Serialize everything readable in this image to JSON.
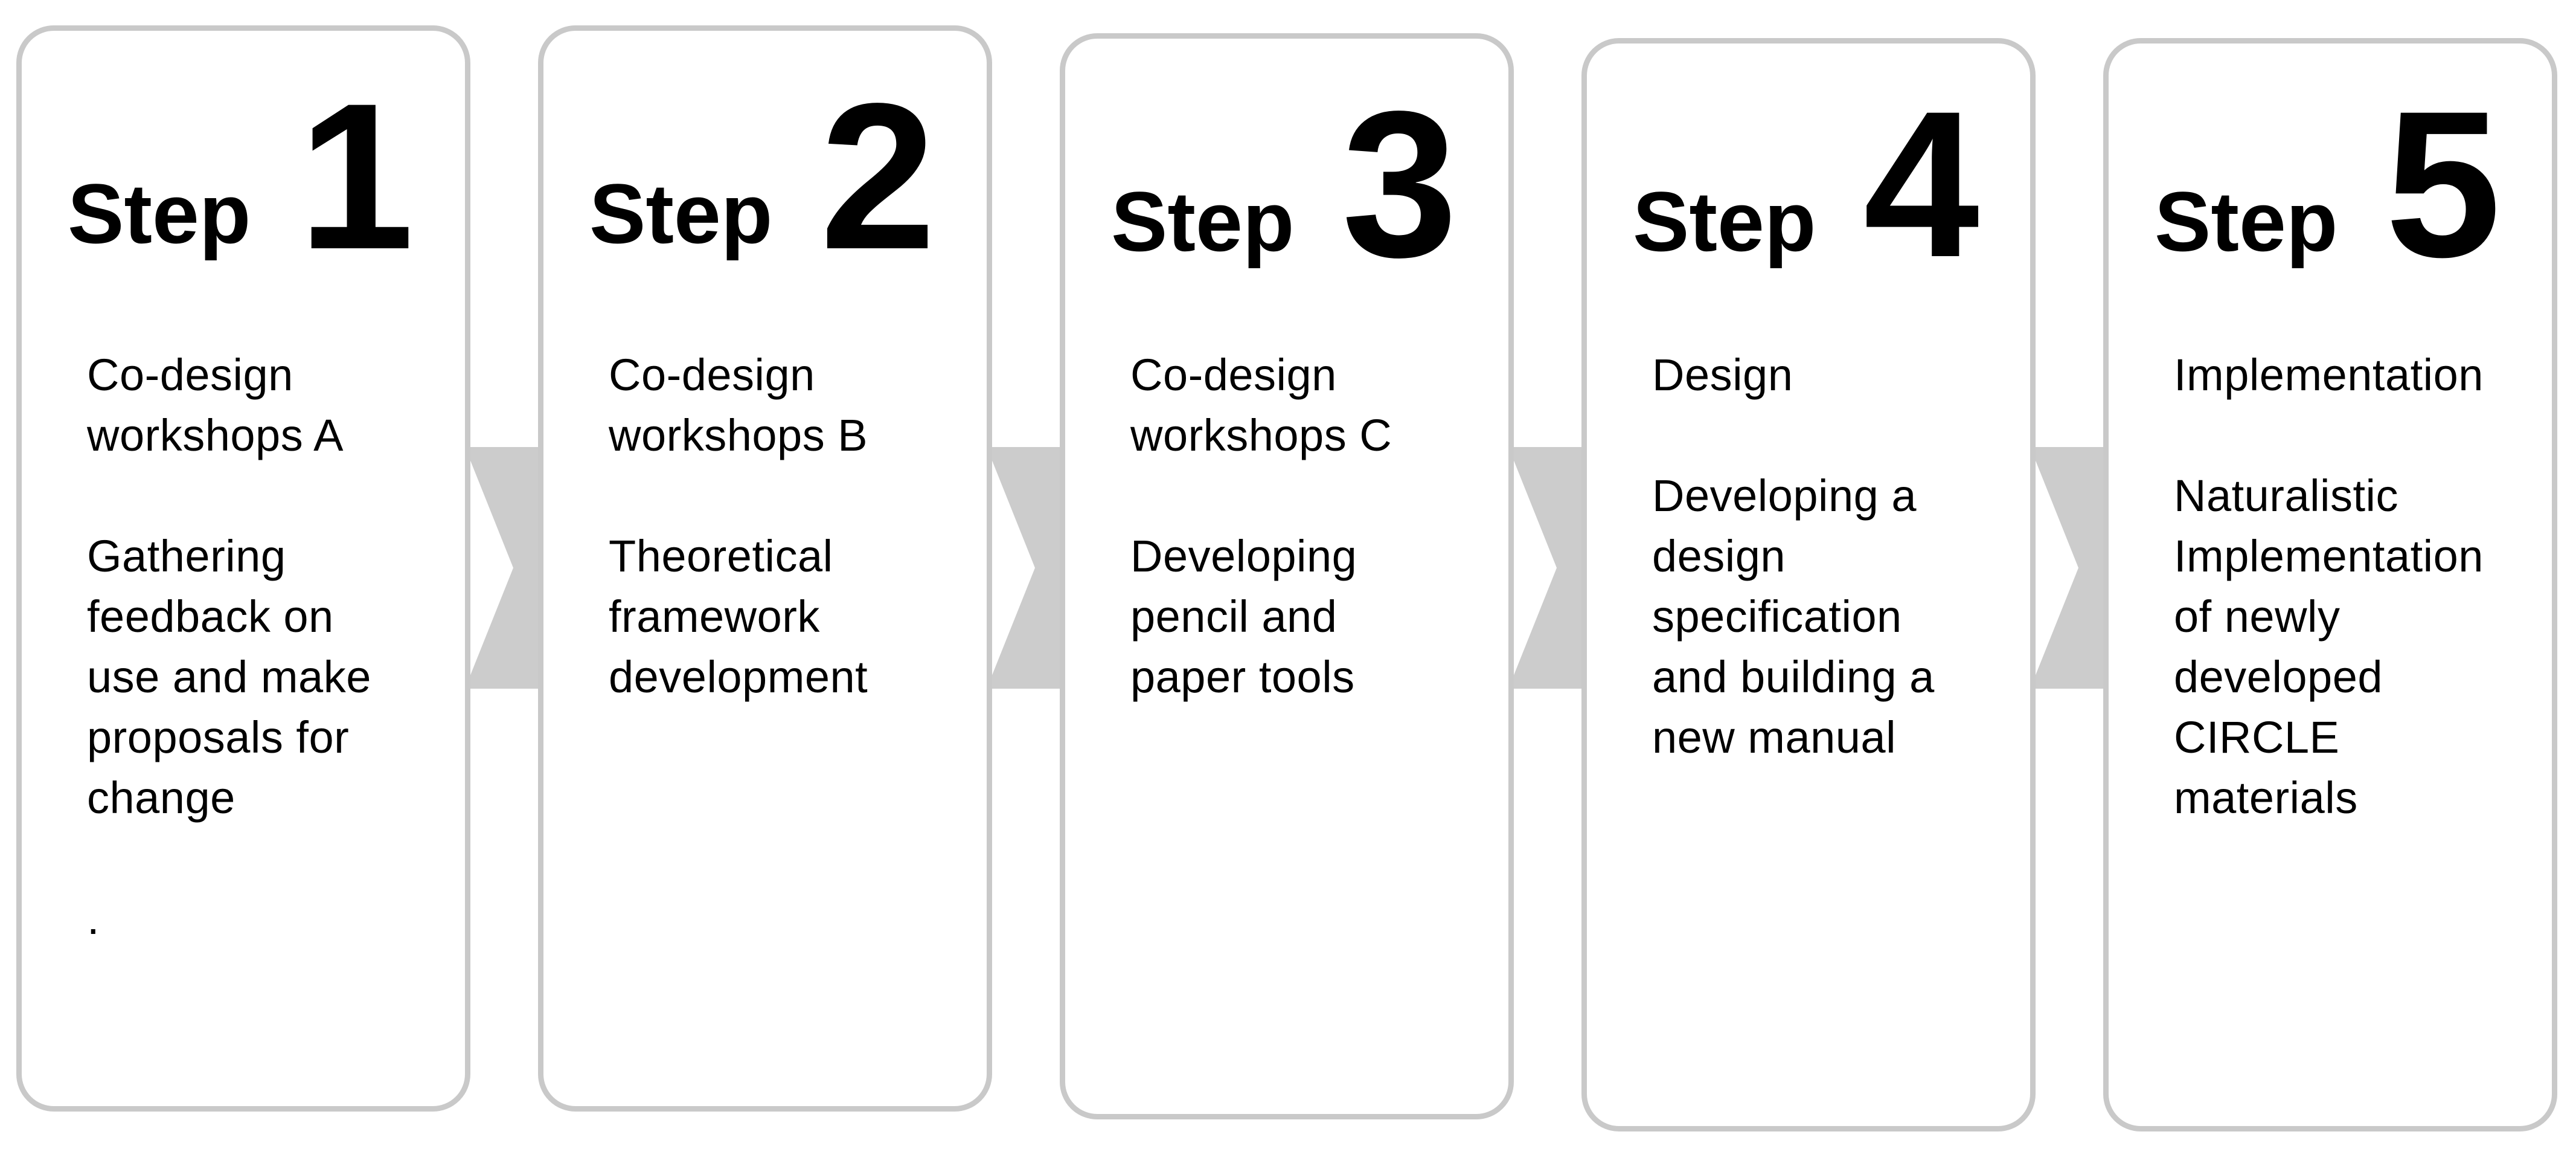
{
  "diagram": {
    "steps": [
      {
        "word": "Step",
        "number": "1",
        "heading_lines": [
          "Co-design",
          "workshops A"
        ],
        "detail_lines": [
          "Gathering",
          "feedback on",
          "use and make",
          "proposals for",
          "change"
        ],
        "note": "."
      },
      {
        "word": "Step",
        "number": "2",
        "heading_lines": [
          "Co-design",
          "workshops B"
        ],
        "detail_lines": [
          "Theoretical",
          "framework",
          "development"
        ]
      },
      {
        "word": "Step",
        "number": "3",
        "heading_lines": [
          "Co-design",
          "workshops C"
        ],
        "detail_lines": [
          "Developing",
          "pencil and",
          "paper tools"
        ]
      },
      {
        "word": "Step",
        "number": "4",
        "heading_lines": [
          "Design"
        ],
        "detail_lines": [
          "Developing a",
          "design",
          "specification",
          "and building a",
          "new manual"
        ]
      },
      {
        "word": "Step",
        "number": "5",
        "heading_lines": [
          "Implementation"
        ],
        "detail_lines": [
          "Naturalistic",
          "Implementation",
          "of newly",
          "developed",
          "CIRCLE",
          "materials"
        ]
      }
    ],
    "colors": {
      "card_border": "#c9c9c9",
      "chevron": "#cccccc",
      "text": "#000000"
    }
  }
}
